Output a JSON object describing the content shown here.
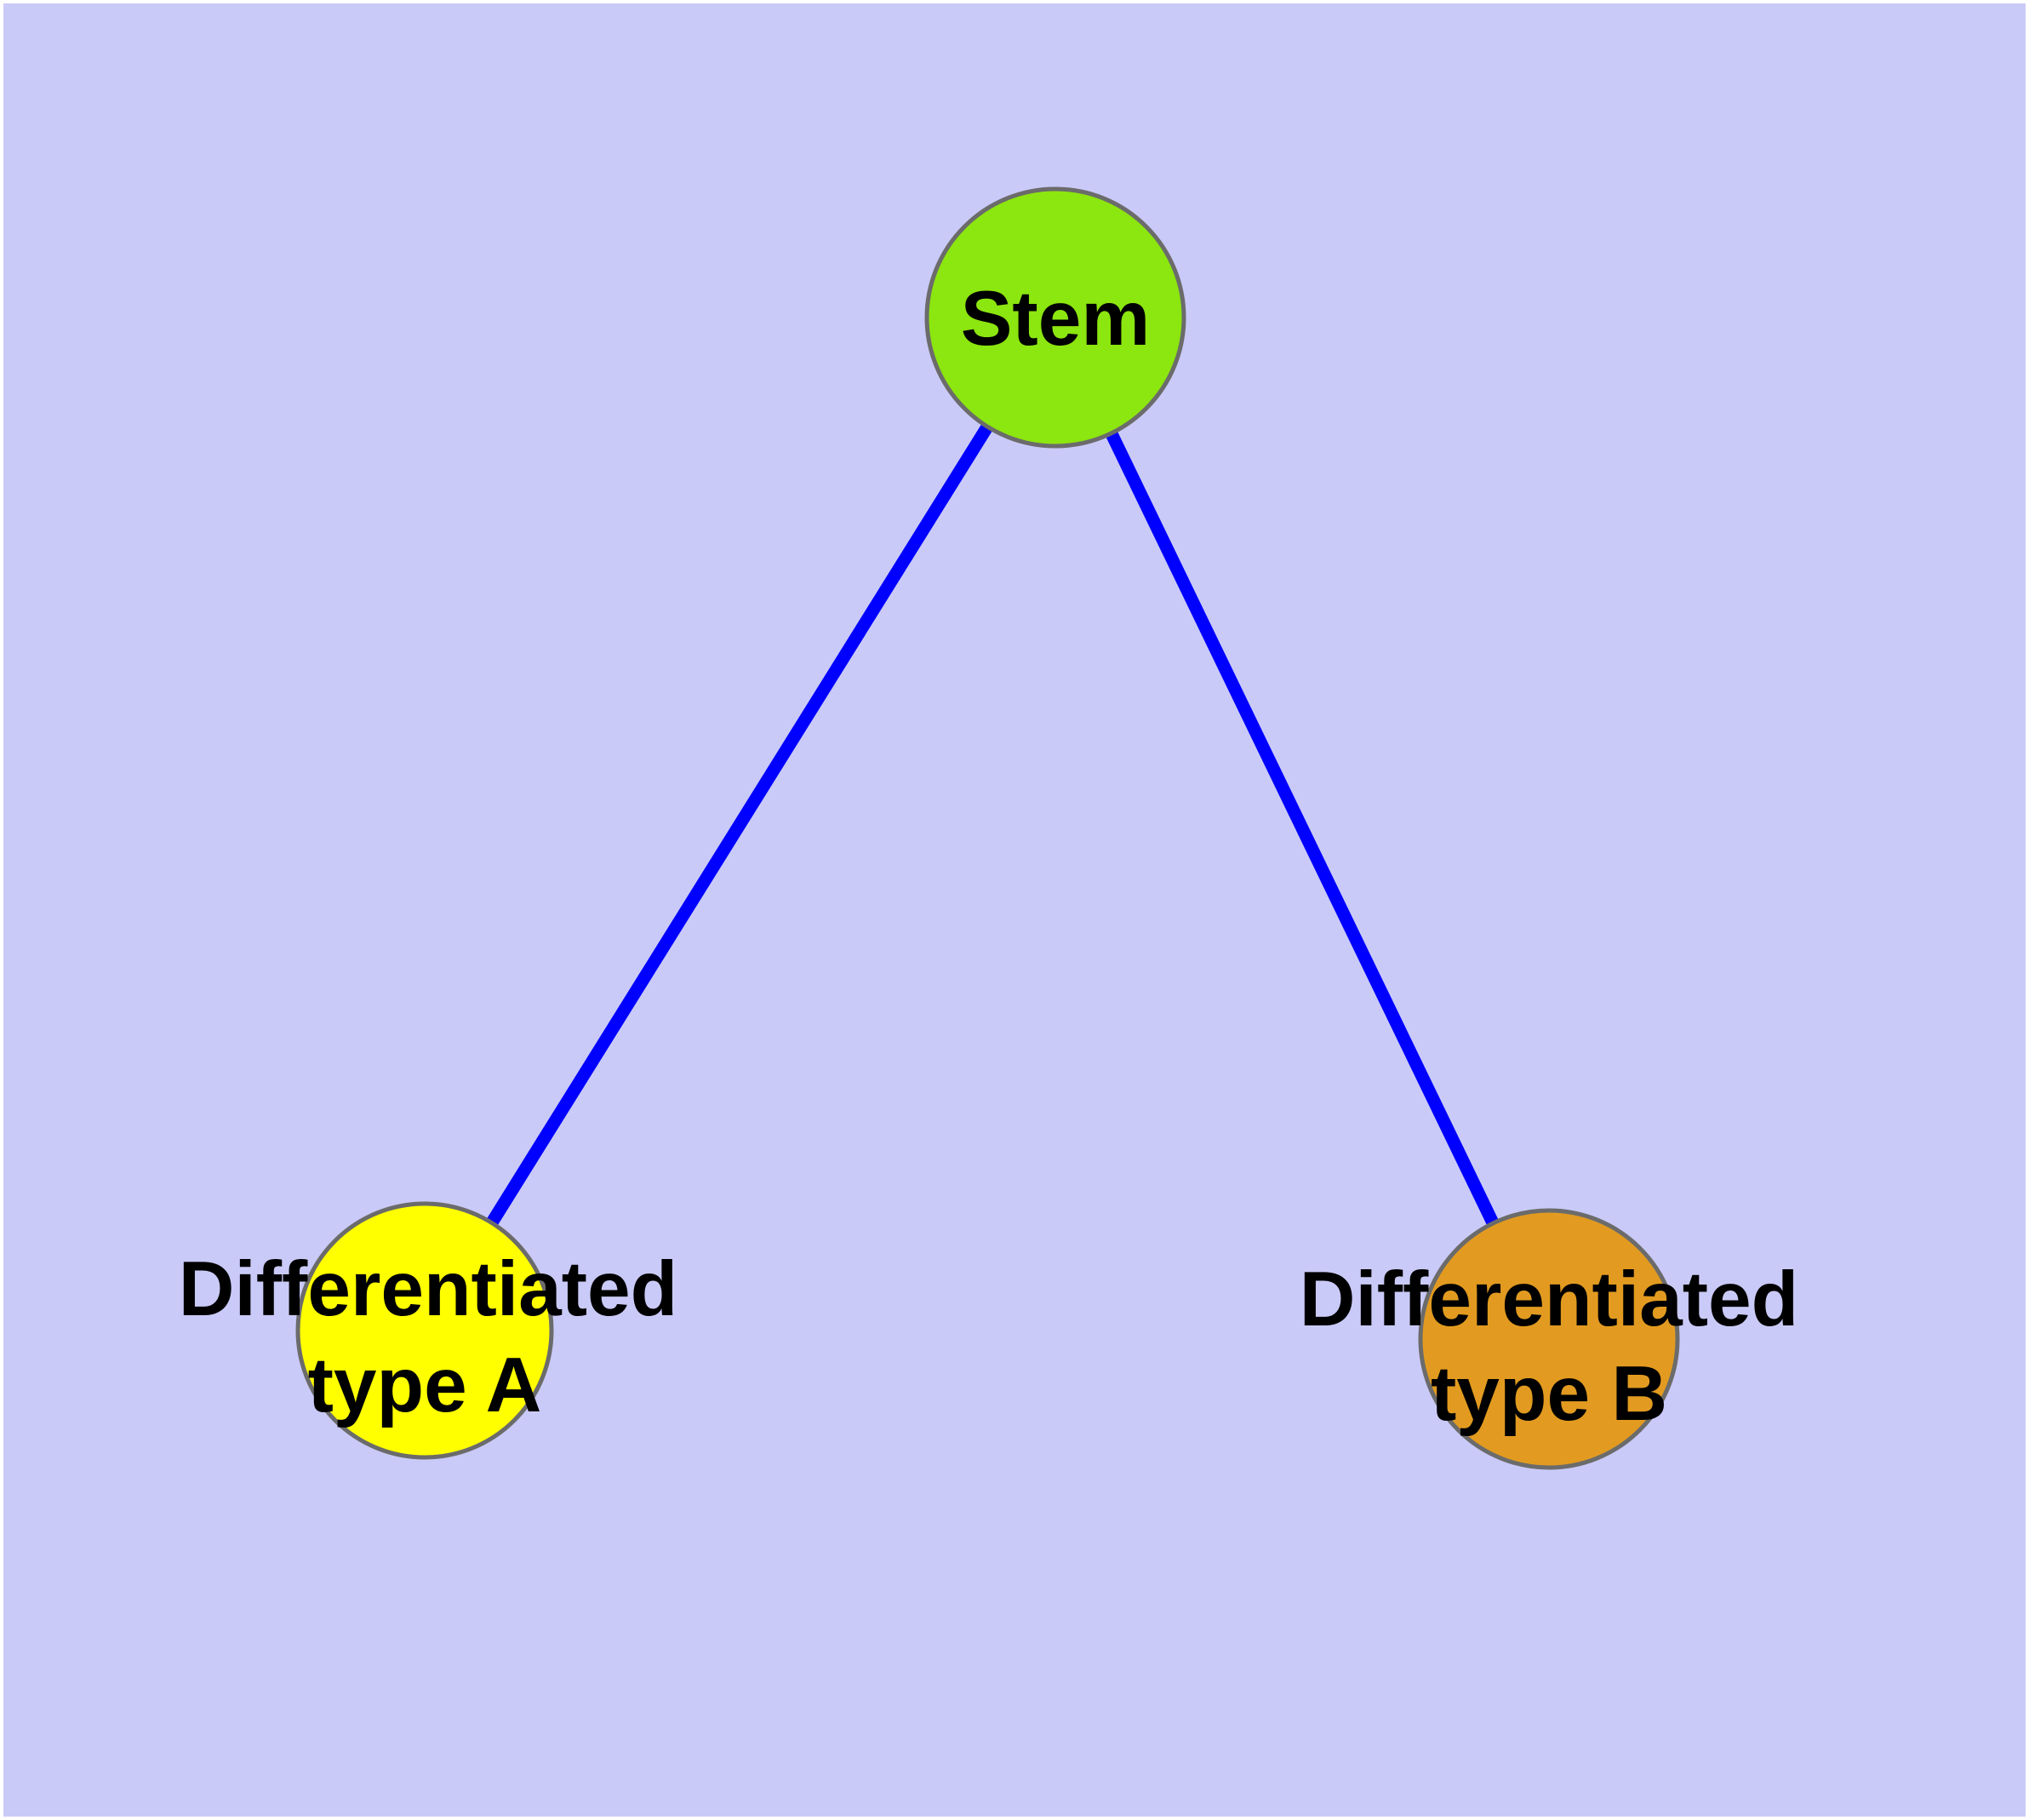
{
  "diagram_type": "node-link-graph",
  "colors": {
    "page_margin": "#ffffff",
    "background": "#cacaf8",
    "edge": "#0000ff",
    "node_border": "#6b6b6b",
    "label_text": "#000000"
  },
  "nodes": {
    "stem": {
      "label": "Stem",
      "fill": "#8ce60f"
    },
    "type_a": {
      "label_line1": "Differentiated",
      "label_line2": "type A",
      "fill": "#ffff00"
    },
    "type_b": {
      "label_line1": "Differentiated",
      "label_line2": "type B",
      "fill": "#e29b20"
    }
  },
  "edges": [
    {
      "from": "Stem",
      "to": "Differentiated type A"
    },
    {
      "from": "Stem",
      "to": "Differentiated type B"
    }
  ]
}
